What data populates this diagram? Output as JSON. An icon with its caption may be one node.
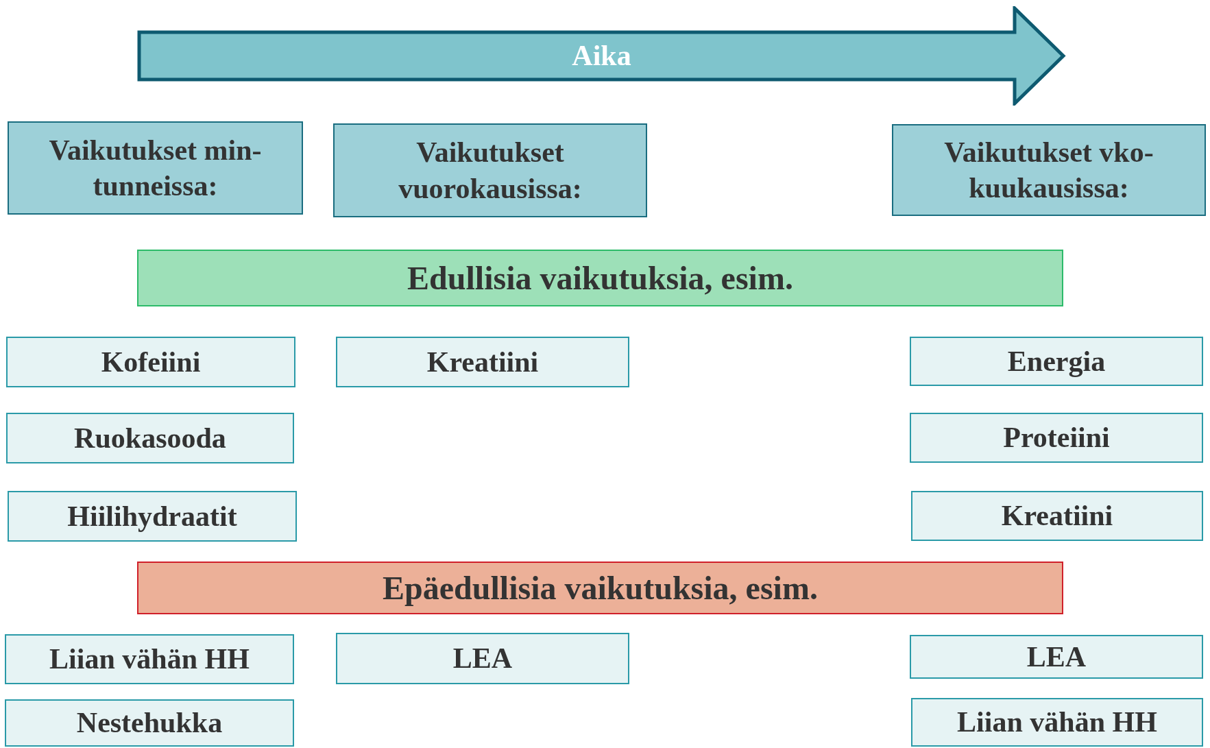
{
  "diagram": {
    "nodes": [
      {
        "text": [
          "Aika"
        ]
      },
      {
        "text": [
          "Vaikutukset min-tunneissa:"
        ]
      },
      {
        "text": [
          "Vaikutukset vuorokausissa:"
        ]
      },
      {
        "text": [
          "Vaikutukset vko-kuukausissa:"
        ]
      },
      {
        "text": [
          "Edullisia vaikutuksia, esim."
        ]
      },
      {
        "text": [
          "Kofeiini"
        ]
      },
      {
        "text": [
          "Kreatiini"
        ]
      },
      {
        "text": [
          "Energia"
        ]
      },
      {
        "text": [
          "Ruokasooda"
        ]
      },
      {
        "text": [
          "Proteiini"
        ]
      },
      {
        "text": [
          "Hiilihydraatit"
        ]
      },
      {
        "text": [
          "Kreatiini"
        ]
      },
      {
        "text": [
          "Epäedullisia vaikutuksia, esim."
        ]
      },
      {
        "text": [
          "Liian vähän HH"
        ]
      },
      {
        "text": [
          "LEA"
        ]
      },
      {
        "text": [
          "LEA"
        ]
      },
      {
        "text": [
          "Nestehukka"
        ]
      },
      {
        "text": [
          "Liian vähän HH"
        ]
      }
    ],
    "edges": []
  }
}
